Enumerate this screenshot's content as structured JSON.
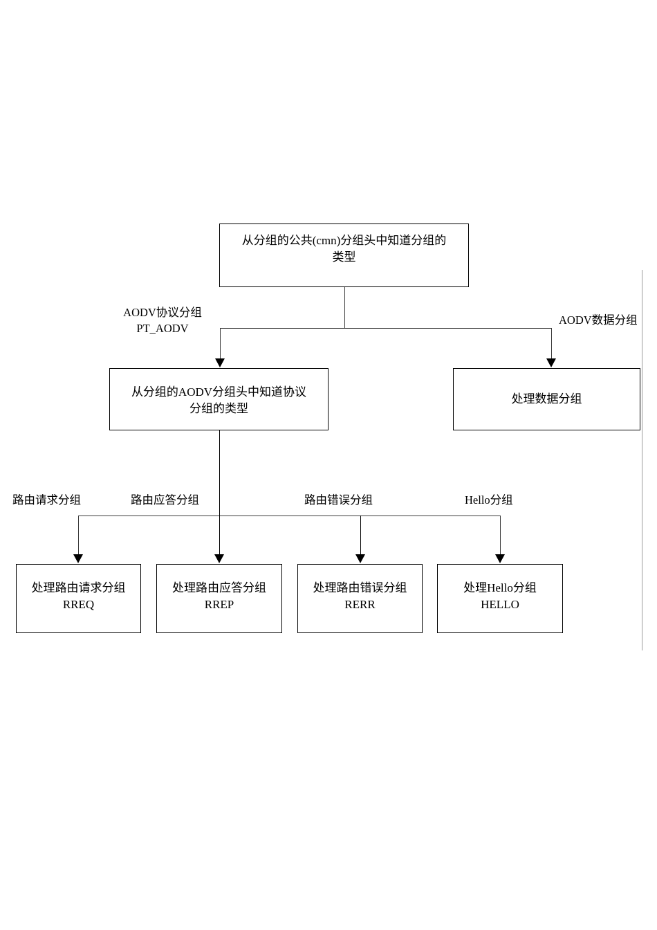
{
  "diagram": {
    "title": "AODV packet dispatch flowchart",
    "accent_color": "#000000",
    "line_color": "#3a3a3a",
    "rule_color": "#9a9a9a",
    "background": "#ffffff",
    "nodes": [
      {
        "id": "classify-common-header",
        "text": "从分组的公共(cmn)分组头中知道分组的\n类型"
      },
      {
        "id": "classify-aodv-header",
        "text": "从分组的AODV分组头中知道协议\n分组的类型"
      },
      {
        "id": "process-data-packet",
        "text": "处理数据分组"
      },
      {
        "id": "process-rreq",
        "text": "处理路由请求分组\nRREQ"
      },
      {
        "id": "process-rrep",
        "text": "处理路由应答分组\nRREP"
      },
      {
        "id": "process-rerr",
        "text": "处理路由错误分组\nRERR"
      },
      {
        "id": "process-hello",
        "text": "处理Hello分组\nHELLO"
      }
    ],
    "edge_labels": [
      {
        "id": "aodv-protocol-packet",
        "text": "AODV协议分组\nPT_AODV"
      },
      {
        "id": "aodv-data-packet",
        "text": "AODV数据分组"
      },
      {
        "id": "route-request-packet",
        "text": "路由请求分组"
      },
      {
        "id": "route-reply-packet",
        "text": "路由应答分组"
      },
      {
        "id": "route-error-packet",
        "text": "路由错误分组"
      },
      {
        "id": "hello-packet",
        "text": "Hello分组"
      }
    ]
  }
}
